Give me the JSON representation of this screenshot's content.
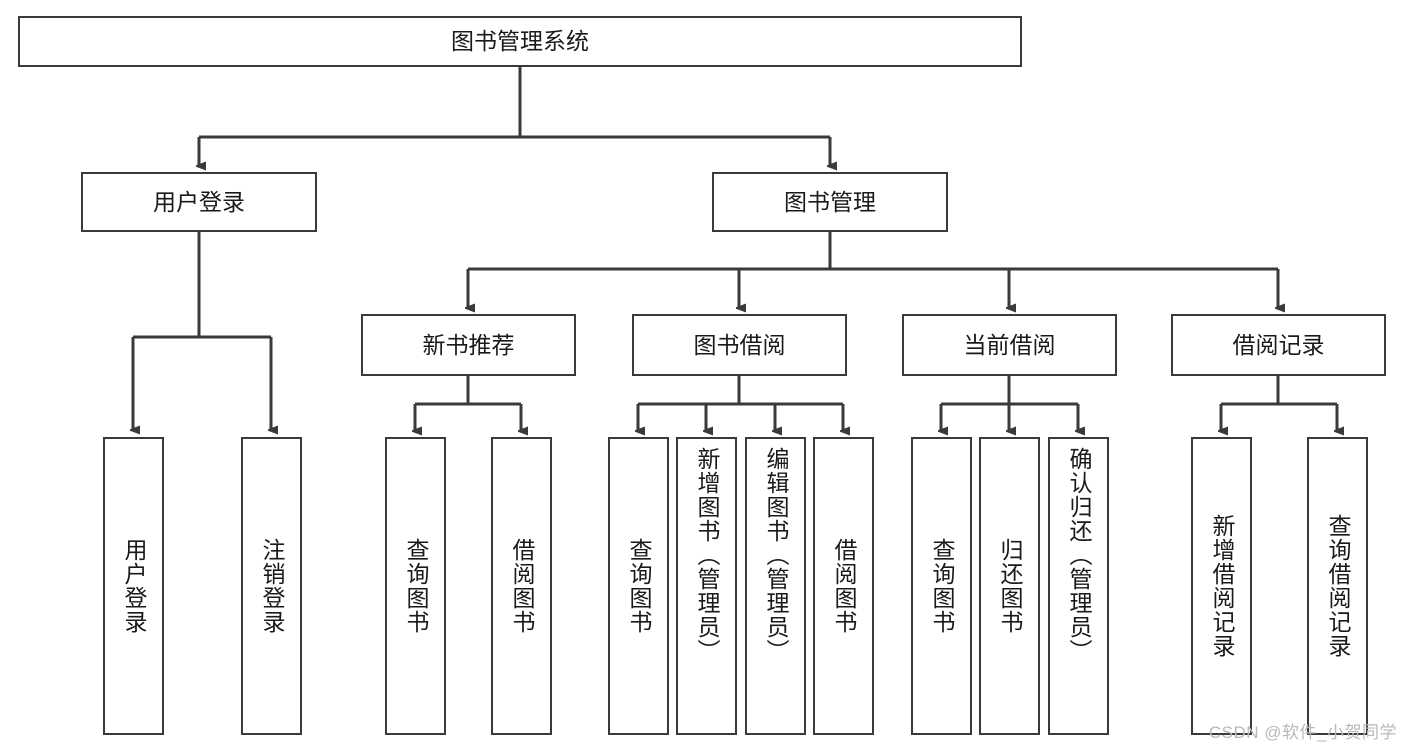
{
  "diagram": {
    "title": "图书管理系统",
    "type": "hierarchy-tree",
    "root": {
      "id": "root",
      "label": "图书管理系统"
    },
    "level2": [
      {
        "id": "user-login",
        "label": "用户登录"
      },
      {
        "id": "book-management",
        "label": "图书管理"
      }
    ],
    "level3": [
      {
        "id": "new-book-recommend",
        "label": "新书推荐",
        "parent": "book-management"
      },
      {
        "id": "book-borrow",
        "label": "图书借阅",
        "parent": "book-management"
      },
      {
        "id": "current-borrow",
        "label": "当前借阅",
        "parent": "book-management"
      },
      {
        "id": "borrow-record",
        "label": "借阅记录",
        "parent": "book-management"
      }
    ],
    "leaves": [
      {
        "id": "leaf-user-login",
        "label": "用户登录",
        "parent": "user-login"
      },
      {
        "id": "leaf-logout-login",
        "label": "注销登录",
        "parent": "user-login"
      },
      {
        "id": "leaf-query-book-1",
        "label": "查询图书",
        "parent": "new-book-recommend"
      },
      {
        "id": "leaf-borrow-book-1",
        "label": "借阅图书",
        "parent": "new-book-recommend"
      },
      {
        "id": "leaf-query-book-2",
        "label": "查询图书",
        "parent": "book-borrow"
      },
      {
        "id": "leaf-add-book",
        "label": "新增图书（管理员）",
        "parent": "book-borrow"
      },
      {
        "id": "leaf-edit-book",
        "label": "编辑图书（管理员）",
        "parent": "book-borrow"
      },
      {
        "id": "leaf-borrow-book-2",
        "label": "借阅图书",
        "parent": "book-borrow"
      },
      {
        "id": "leaf-query-book-3",
        "label": "查询图书",
        "parent": "current-borrow"
      },
      {
        "id": "leaf-return-book",
        "label": "归还图书",
        "parent": "current-borrow"
      },
      {
        "id": "leaf-confirm-return",
        "label": "确认归还（管理员）",
        "parent": "current-borrow"
      },
      {
        "id": "leaf-add-record",
        "label": "新增借阅记录",
        "parent": "borrow-record"
      },
      {
        "id": "leaf-query-record",
        "label": "查询借阅记录",
        "parent": "borrow-record"
      }
    ]
  },
  "watermark": {
    "text": "CSDN @软件_小贺同学"
  },
  "colors": {
    "border": "#3a3a3a",
    "text": "#1a1a1a",
    "background": "#ffffff",
    "watermark": "#b9b9b9"
  }
}
